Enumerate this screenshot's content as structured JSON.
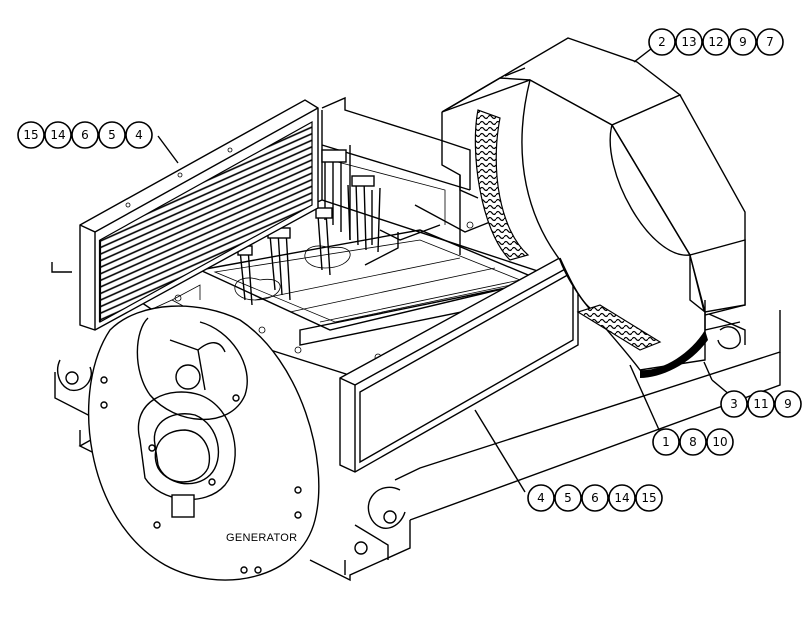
{
  "diagram": {
    "labels": {
      "generator": "GENERATOR"
    },
    "callouts": [
      {
        "id": "heat-exchanger-left",
        "numbers": [
          "15",
          "14",
          "6",
          "5",
          "4"
        ]
      },
      {
        "id": "enclosure-top",
        "numbers": [
          "2",
          "13",
          "12",
          "9",
          "7"
        ]
      },
      {
        "id": "enclosure-bottom-right",
        "numbers": [
          "3",
          "11",
          "9"
        ]
      },
      {
        "id": "mount-bottom",
        "numbers": [
          "1",
          "8",
          "10"
        ]
      },
      {
        "id": "heat-exchanger-front",
        "numbers": [
          "4",
          "5",
          "6",
          "14",
          "15"
        ]
      }
    ]
  }
}
